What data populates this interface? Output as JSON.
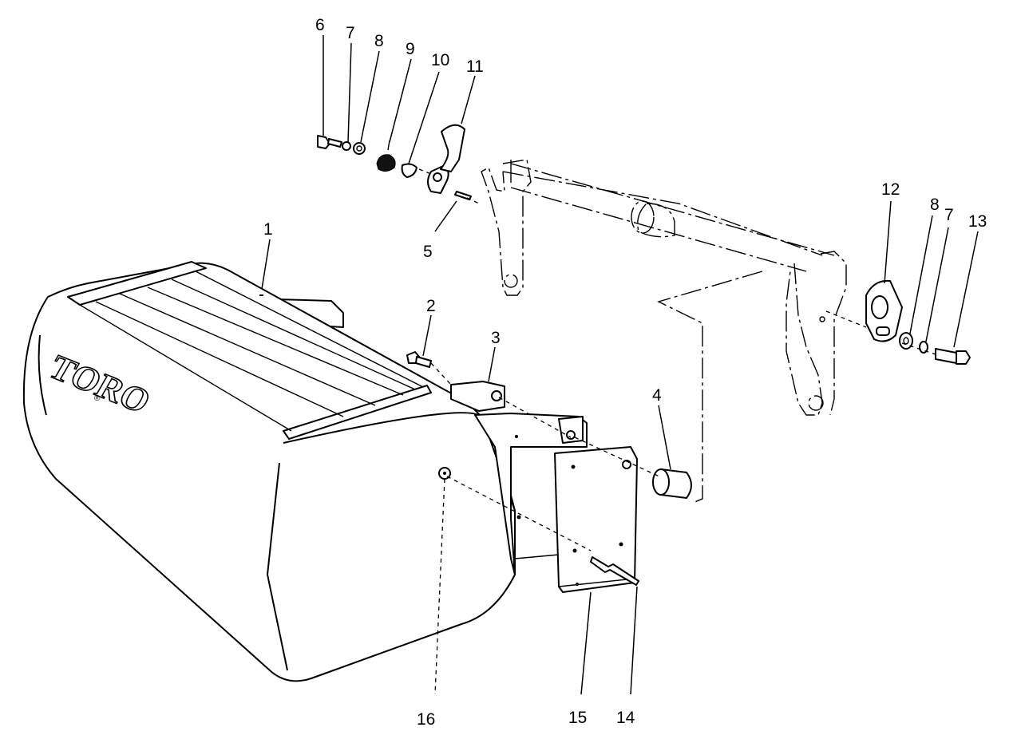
{
  "diagram": {
    "logo": "TORO",
    "callouts": [
      "6",
      "7",
      "8",
      "9",
      "10",
      "11",
      "5",
      "1",
      "2",
      "3",
      "4",
      "12",
      "8",
      "7",
      "13",
      "16",
      "15",
      "14"
    ]
  }
}
